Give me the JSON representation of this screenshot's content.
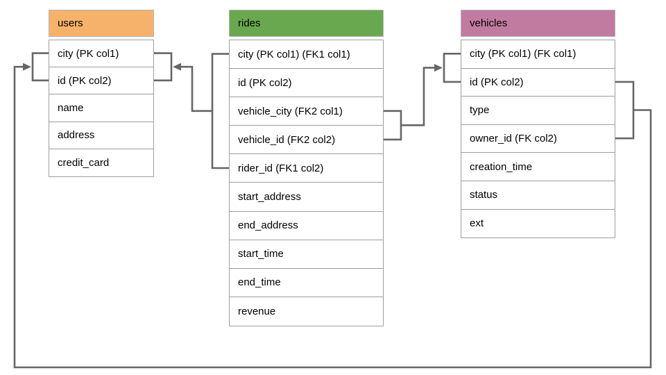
{
  "colors": {
    "users_header": "#F6B26B",
    "rides_header": "#6AA84F",
    "vehicles_header": "#C27BA0",
    "connector": "#666666",
    "cell_border": "#9E9E9E",
    "text": "#000000",
    "background": "#FFFFFF"
  },
  "tables": [
    {
      "name": "users",
      "rows": [
        "city (PK col1)",
        "id (PK col2)",
        "name",
        "address",
        "credit_card"
      ]
    },
    {
      "name": "rides",
      "rows": [
        "city (PK col1) (FK1 col1)",
        "id (PK col2)",
        "vehicle_city (FK2 col1)",
        "vehicle_id (FK2 col2)",
        "rider_id (FK1 col2)",
        "start_address",
        "end_address",
        "start_time",
        "end_time",
        "revenue"
      ]
    },
    {
      "name": "vehicles",
      "rows": [
        "city (PK col1) (FK col1)",
        "id (PK col2)",
        "type",
        "owner_id (FK col2)",
        "creation_time",
        "status",
        "ext"
      ]
    }
  ],
  "relationships": [
    {
      "from": "rides (FK1: city, rider_id)",
      "to": "users (PK: city, id)",
      "arrow": "points to users"
    },
    {
      "from": "rides (FK2: vehicle_city, vehicle_id)",
      "to": "vehicles (PK: city, id)",
      "arrow": "points to vehicles"
    },
    {
      "from": "vehicles (FK: city, owner_id)",
      "to": "users (PK: city, id)",
      "arrow": "points to users"
    }
  ]
}
